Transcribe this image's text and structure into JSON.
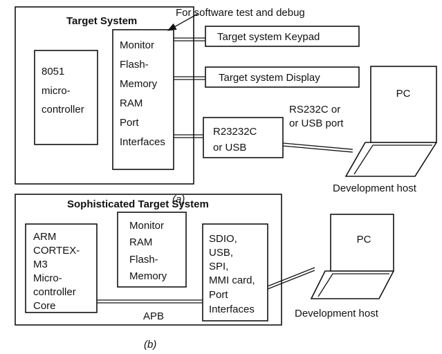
{
  "diagram_a": {
    "caption": "(a)",
    "target_title": "Target System",
    "annotation": "For software test and debug",
    "mcu_lines": [
      "8051",
      "micro-",
      "controller"
    ],
    "monitor_lines": [
      "Monitor",
      "Flash-",
      "Memory",
      "RAM",
      "Port",
      "Interfaces"
    ],
    "keypad": "Target system Keypad",
    "display": "Target system Display",
    "bridge_lines": [
      "R23232C",
      "or USB"
    ],
    "link_lines": [
      "RS232C or",
      "or USB port"
    ],
    "pc_label": "PC",
    "host_label": "Development host"
  },
  "diagram_b": {
    "caption": "(b)",
    "target_title": "Sophisticated Target System",
    "mcu_lines": [
      "ARM",
      "CORTEX-",
      "M3",
      "Micro-",
      "controller",
      "Core"
    ],
    "memory_lines": [
      "Monitor",
      "RAM",
      "Flash-",
      "Memory"
    ],
    "io_lines": [
      "SDIO,",
      "USB,",
      "SPI,",
      "MMI card,",
      "Port",
      "Interfaces"
    ],
    "bus_label": "APB",
    "pc_label": "PC",
    "host_label": "Development host"
  }
}
